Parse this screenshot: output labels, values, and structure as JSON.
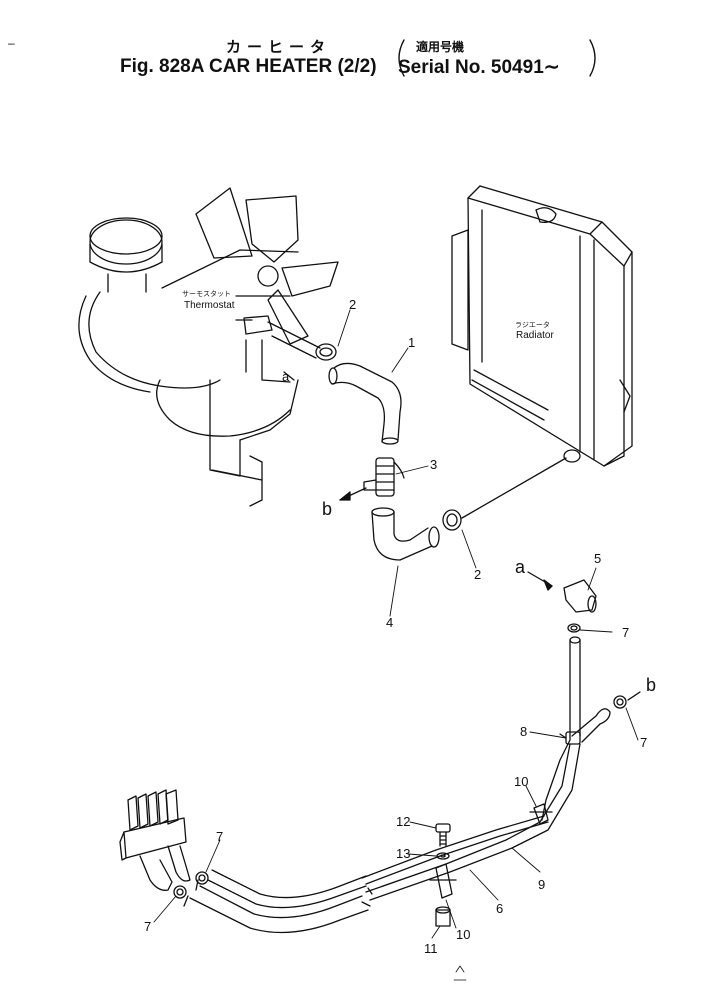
{
  "header": {
    "title_jp": "カーヒータ",
    "serial_jp": "適用号機",
    "title": "Fig. 828A CAR HEATER (2/2)",
    "serial": "Serial No. 50491∼"
  },
  "labels": {
    "thermostat_jp": "サーモスタット",
    "thermostat": "Thermostat",
    "radiator_jp": "ラジエータ",
    "radiator": "Radiator"
  },
  "callouts": {
    "p1": "1",
    "p2_top": "2",
    "p2_mid": "2",
    "p3": "3",
    "p4": "4",
    "p5": "5",
    "p6": "6",
    "p7_a": "7",
    "p7_b": "7",
    "p7_c": "7",
    "p7_d": "7",
    "p8": "8",
    "p9": "9",
    "p10_a": "10",
    "p10_b": "10",
    "p11": "11",
    "p12": "12",
    "p13": "13",
    "ref_a_top": "a",
    "ref_a_mid": "a",
    "ref_b_mid": "b",
    "ref_b_right": "b"
  }
}
